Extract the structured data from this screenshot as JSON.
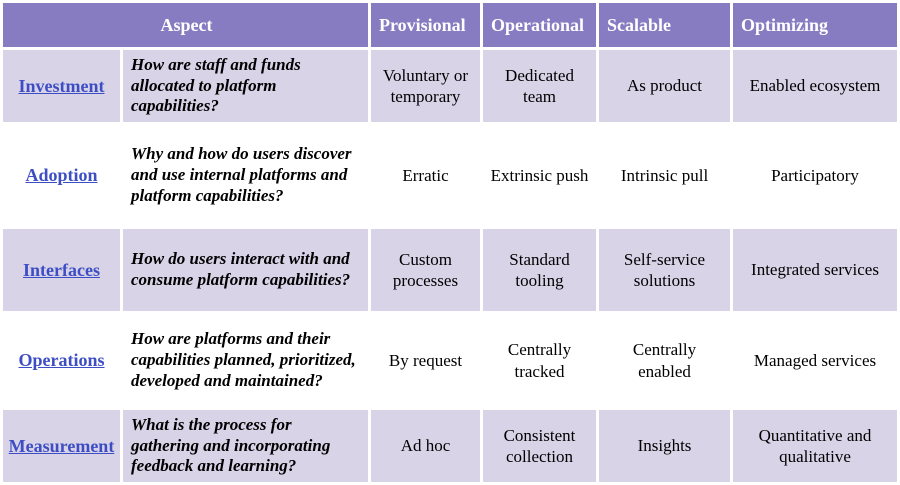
{
  "table": {
    "header": {
      "aspect_label": "Aspect",
      "levels": [
        "Provisional",
        "Operational",
        "Scalable",
        "Optimizing"
      ]
    },
    "rows": [
      {
        "name": "Investment",
        "question": "How are staff and funds allocated to platform capabilities?",
        "values": [
          "Voluntary or temporary",
          "Dedicated team",
          "As product",
          "Enabled ecosystem"
        ]
      },
      {
        "name": "Adoption",
        "question": "Why and how do users discover and use internal platforms and platform capabilities?",
        "values": [
          "Erratic",
          "Extrinsic push",
          "Intrinsic pull",
          "Participatory"
        ]
      },
      {
        "name": "Interfaces",
        "question": "How do users interact with and consume platform capabilities?",
        "values": [
          "Custom processes",
          "Standard tooling",
          "Self-service solutions",
          "Integrated services"
        ]
      },
      {
        "name": "Operations",
        "question": "How are platforms and their capabilities planned, prioritized, developed and maintained?",
        "values": [
          "By request",
          "Centrally tracked",
          "Centrally enabled",
          "Managed services"
        ]
      },
      {
        "name": "Measurement",
        "question": "What is the process for gathering and incorporating feedback and learning?",
        "values": [
          "Ad hoc",
          "Consistent collection",
          "Insights",
          "Quantitative and qualitative"
        ]
      }
    ],
    "colors": {
      "header_bg": "#877cc1",
      "header_text": "#ffffff",
      "row_alt_bg": "#d8d3e7",
      "row_plain_bg": "#ffffff",
      "link_color": "#3d4ec5",
      "body_text": "#000000",
      "border": "#ffffff"
    }
  }
}
